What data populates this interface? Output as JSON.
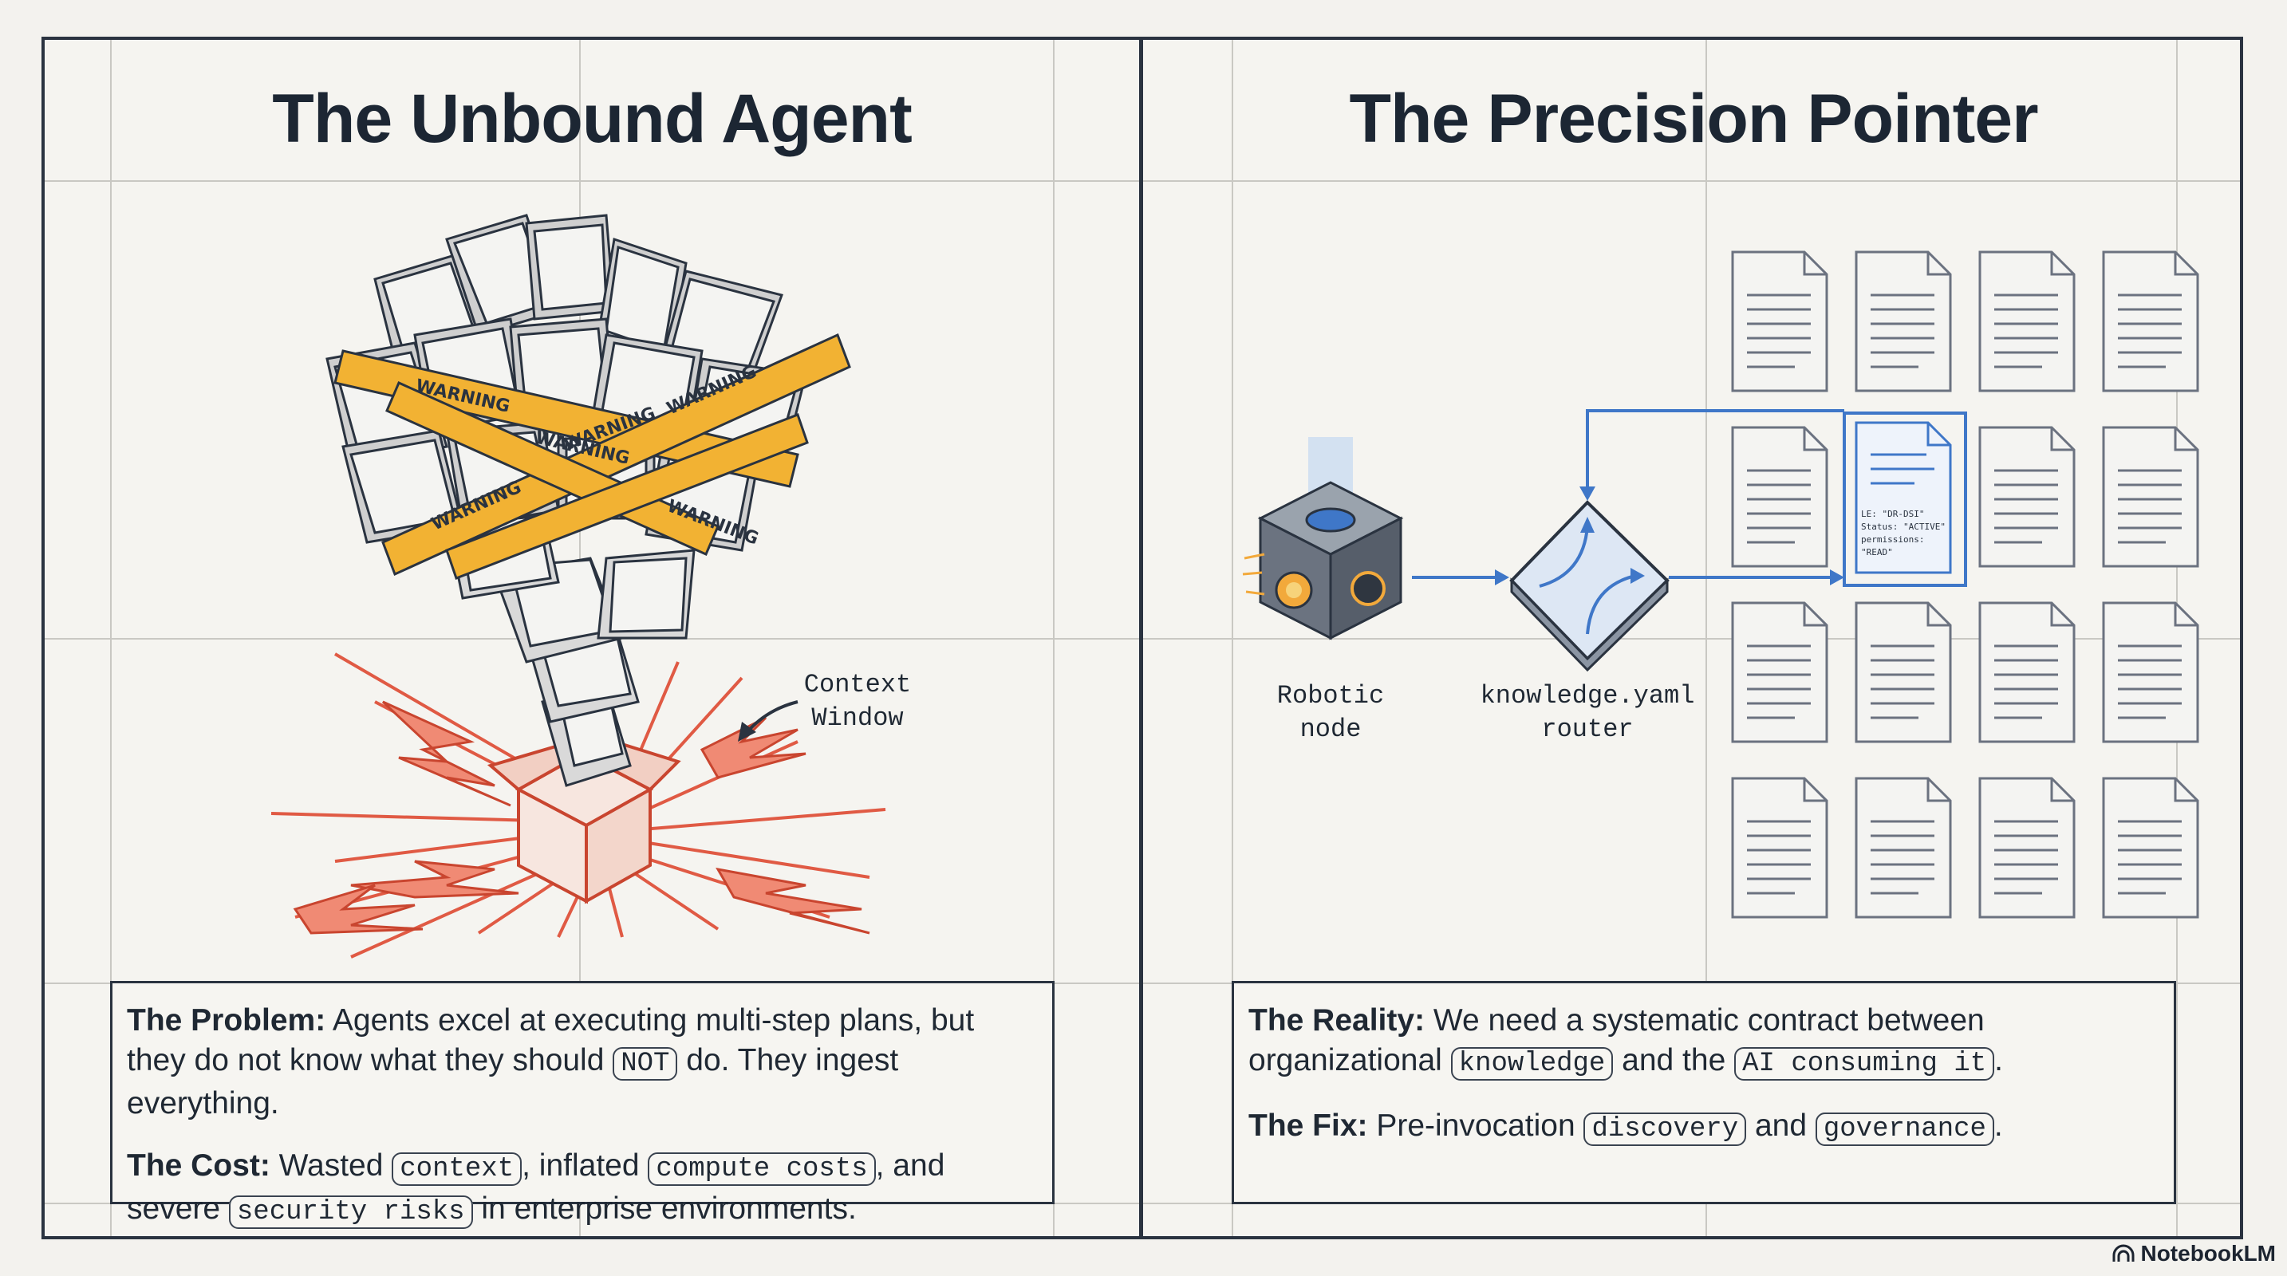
{
  "left_panel": {
    "title": "The Unbound Agent",
    "callout": "Context\nWindow",
    "tape_text": "WARNING",
    "problem": {
      "label": "The Problem:",
      "text_before": " Agents excel at executing multi-step plans, but they do not know what they should ",
      "code": "NOT",
      "text_after": " do. They ingest everything."
    },
    "cost": {
      "label": "The Cost:",
      "t1": " Wasted ",
      "c1": "context",
      "t2": ", inflated ",
      "c2": "compute costs",
      "t3": ", and severe ",
      "c3": "security risks",
      "t4": " in enterprise environments."
    }
  },
  "right_panel": {
    "title": "The Precision Pointer",
    "node_label": "Robotic\nnode",
    "router_label": "knowledge.yaml\nrouter",
    "reality": {
      "label": "The Reality:",
      "t1": " We need a systematic contract between organizational ",
      "c1": "knowledge",
      "t2": " and the ",
      "c2": "AI consuming it",
      "t3": "."
    },
    "fix": {
      "label": "The Fix:",
      "t1": " Pre-invocation ",
      "c1": "discovery",
      "t2": " and ",
      "c2": "governance",
      "t3": "."
    },
    "selected_doc_lines": [
      "LE: \"DR-DSI\"",
      "Status: \"ACTIVE\"",
      "permissions:",
      "\"READ\""
    ]
  },
  "brand": "NotebookLM",
  "colors": {
    "ink": "#1c2633",
    "accent_blue": "#3f77c8",
    "warning_yellow": "#f2b233",
    "explosion_red": "#e05a44"
  }
}
